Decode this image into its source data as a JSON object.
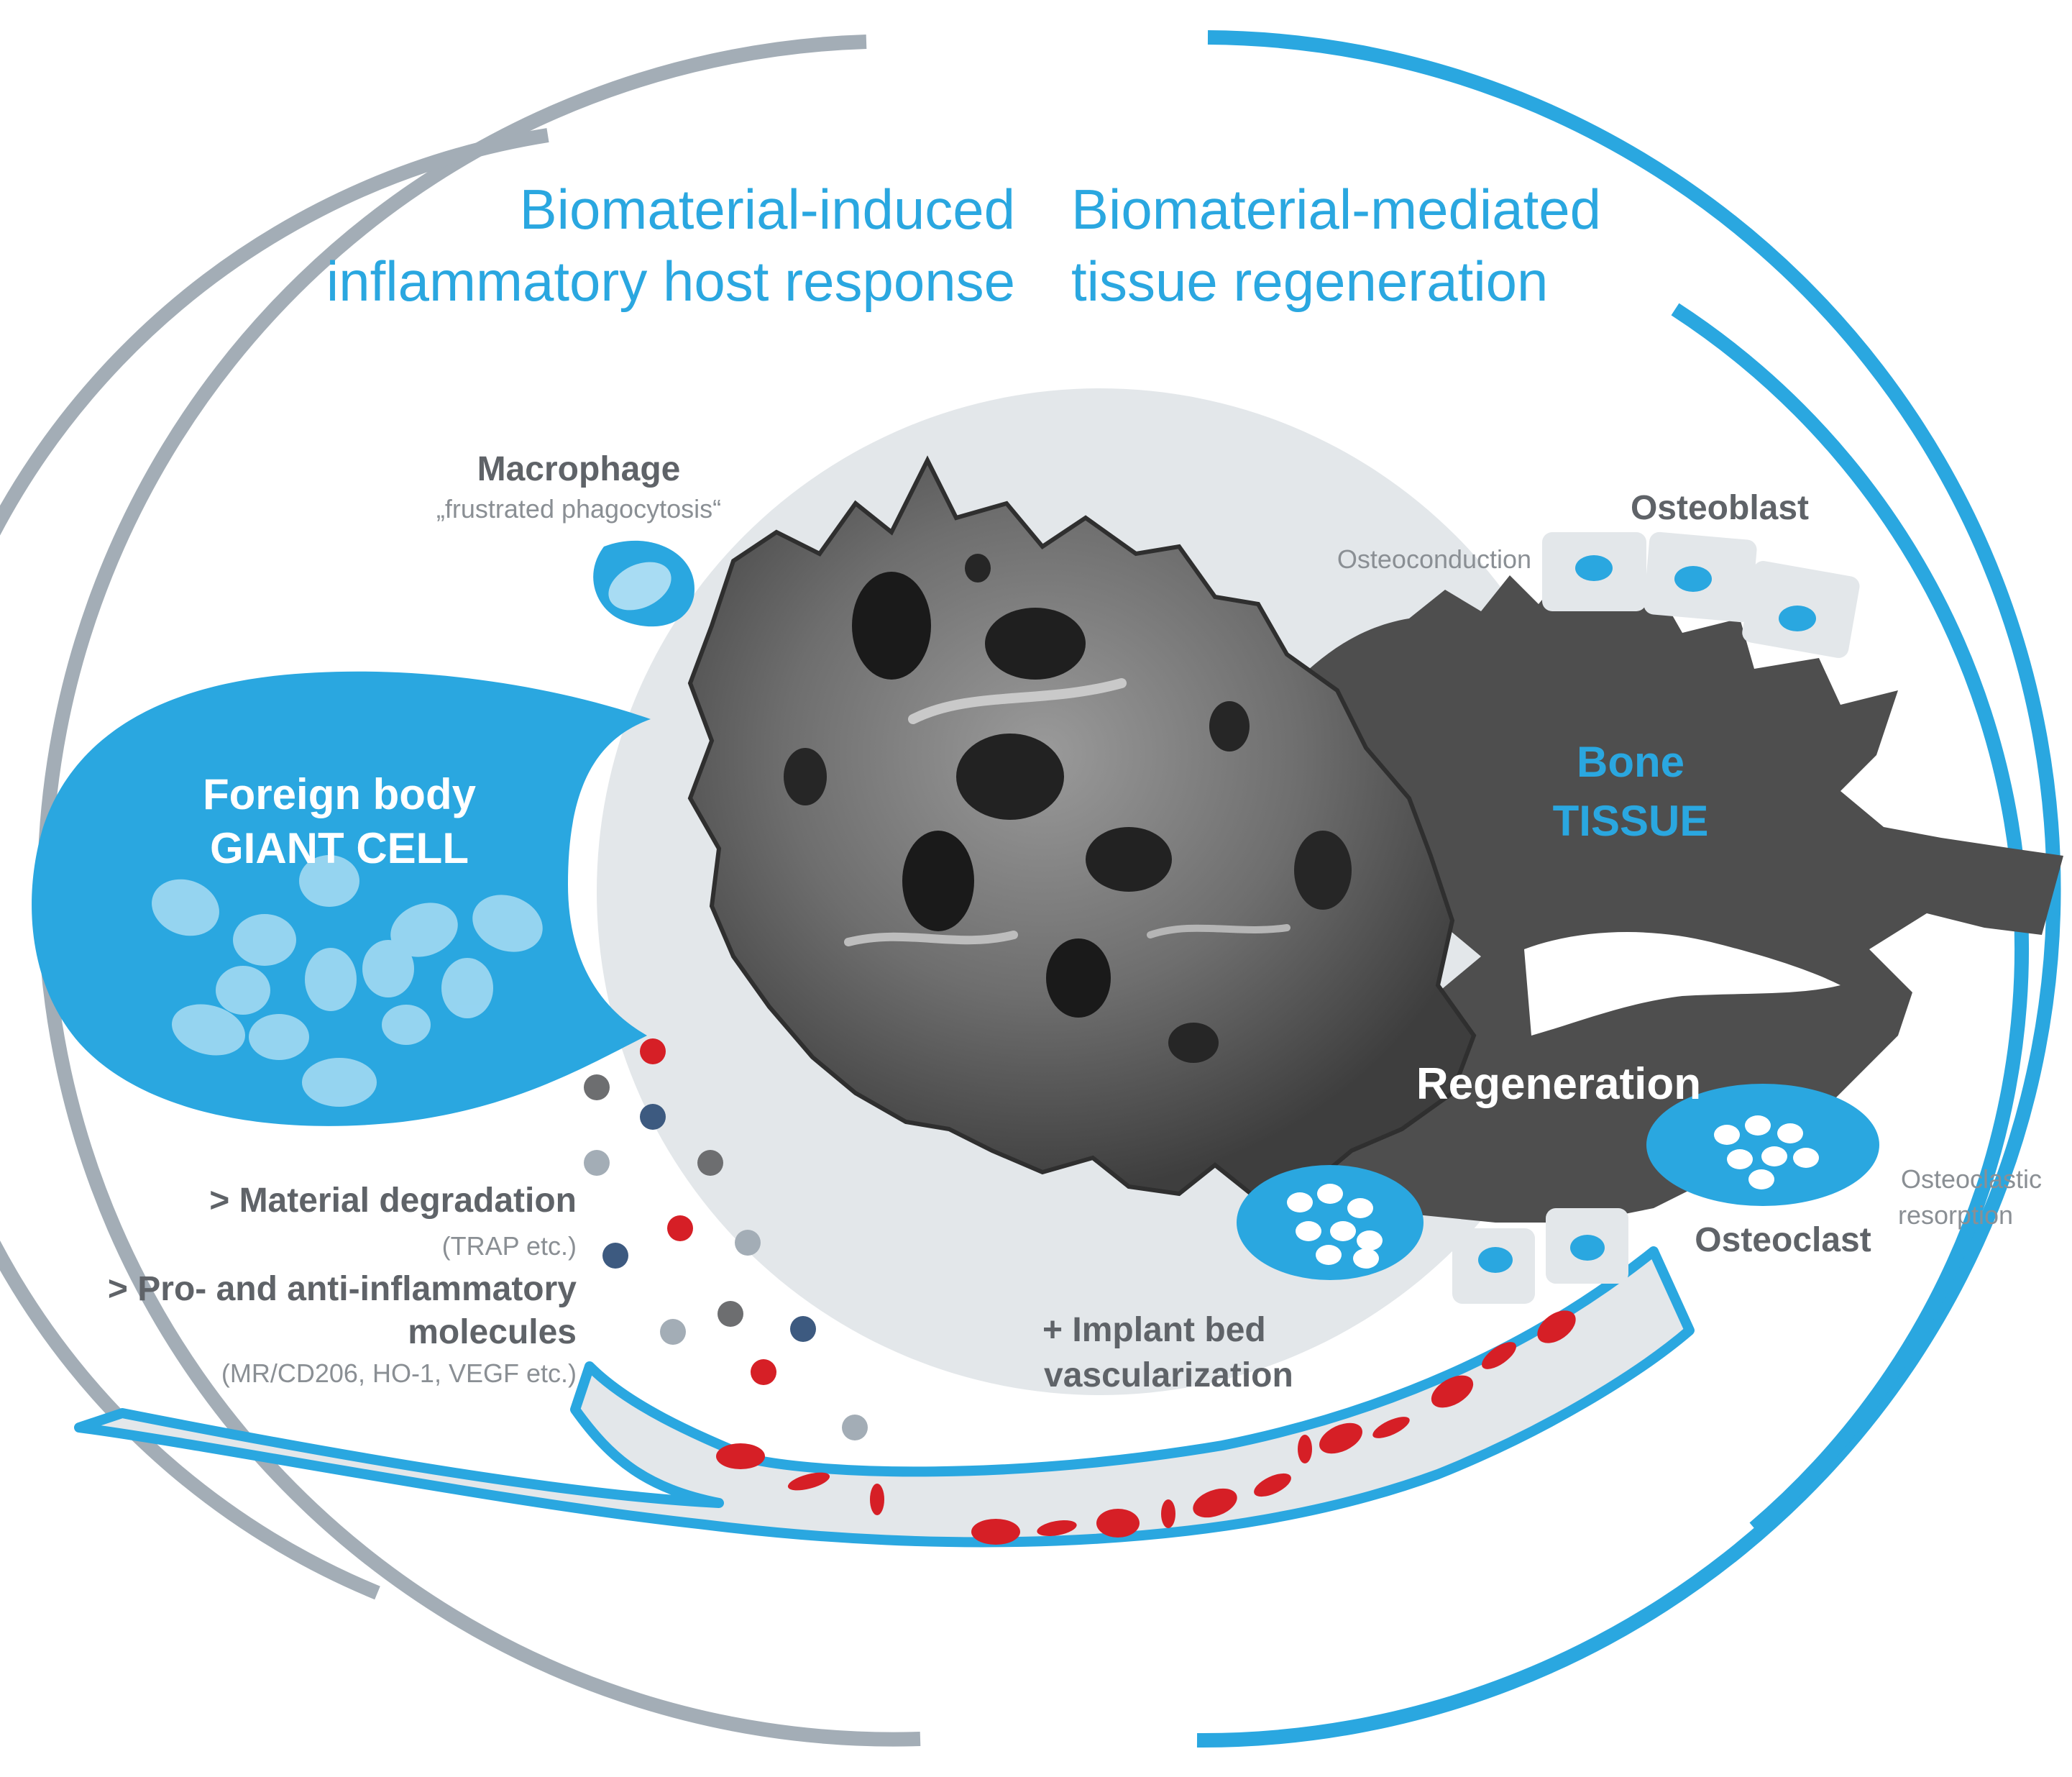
{
  "headings": {
    "left_line1": "Biomaterial-induced",
    "left_line2": "inflammatory host response",
    "right_line1": "Biomaterial-mediated",
    "right_line2": "tissue regeneration"
  },
  "labels": {
    "macrophage": "Macrophage",
    "macrophage_note": "„frustrated phagocytosis“",
    "giant_cell_line1": "Foreign body",
    "giant_cell_line2": "GIANT CELL",
    "osteoconduction": "Osteoconduction",
    "osteoblast": "Osteoblast",
    "bone_line1": "Bone",
    "bone_line2": "TISSUE",
    "regeneration": "Regeneration",
    "osteoclast": "Osteoclast",
    "osteoclastic_line1": "Osteoclastic",
    "osteoclastic_line2": "resorption",
    "material_degradation": "> Material degradation",
    "trap": "(TRAP etc.)",
    "molecules_line1": "> Pro- and anti-inflammatory",
    "molecules_line2": "molecules",
    "molecules_note": "(MR/CD206, HO-1, VEGF etc.)",
    "vascular_line1": "+ Implant bed",
    "vascular_line2": "vascularization"
  },
  "colors": {
    "accent_blue": "#2aa7e0",
    "ring_gray": "#a3adb6",
    "bone_dark": "#4e4e4e",
    "blood_red": "#d61f26",
    "halo": "#e3e7ea"
  }
}
